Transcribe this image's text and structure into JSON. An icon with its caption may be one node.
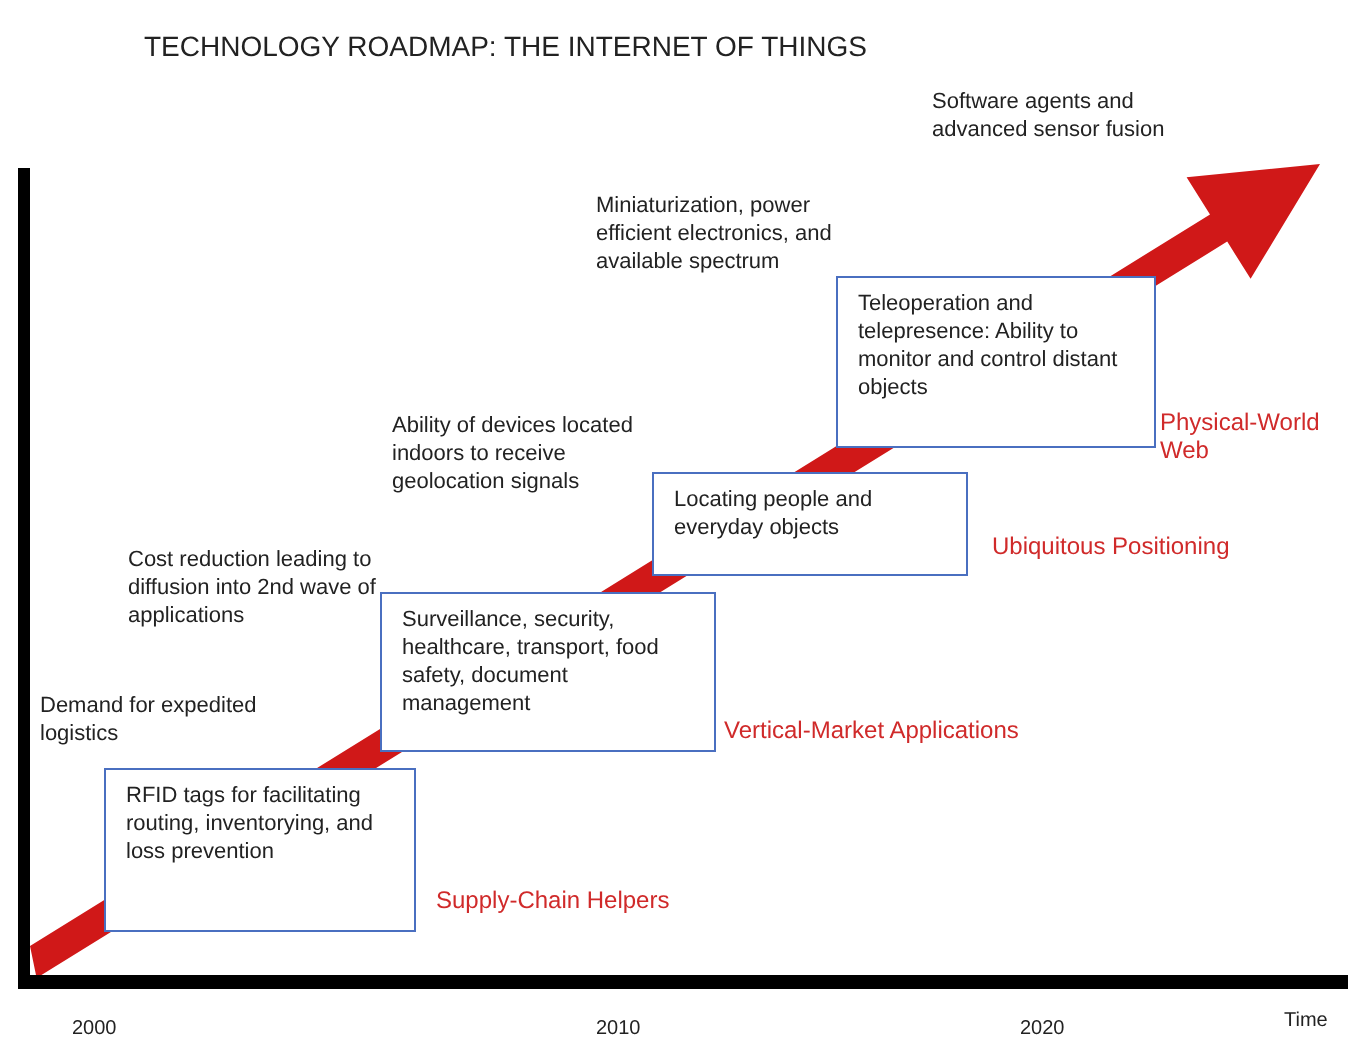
{
  "diagram": {
    "title": "TECHNOLOGY ROADMAP: THE INTERNET OF THINGS",
    "nodes": [
      {
        "text": [
          "RFID tags for facilitating routing, inventorying, and loss prevention"
        ],
        "beside": [
          "Supply-Chain Helpers"
        ]
      },
      {
        "text": [
          "Surveillance, security, healthcare, transport, food safety, document management"
        ],
        "beside": [
          "Vertical-Market Applications"
        ]
      },
      {
        "text": [
          "Locating people and everyday objects"
        ],
        "beside": [
          "Ubiquitous Positioning"
        ]
      },
      {
        "text": [
          "Teleoperation and telepresence: Ability to monitor and control distant objects"
        ],
        "beside": [
          "Physical-World Web"
        ]
      }
    ],
    "edges": [],
    "labels": [
      "Software agents and advanced sensor fusion",
      "Miniaturization, power efficient electronics, and available spectrum",
      "Ability of devices located indoors to receive geolocation signals",
      "Cost reduction leading to diffusion into 2nd wave of applications",
      "Demand for expedited logistics",
      "2000",
      "2010",
      "2020",
      "Time"
    ]
  }
}
